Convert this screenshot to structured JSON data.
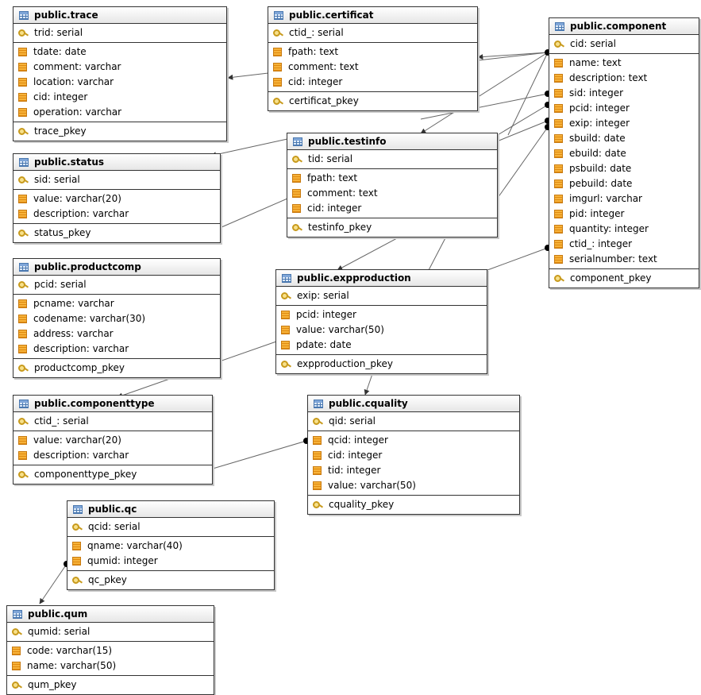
{
  "tables": {
    "trace": {
      "title": "public.trace",
      "pk": "trid: serial",
      "columns": [
        "tdate: date",
        "comment: varchar",
        "location: varchar",
        "cid: integer",
        "operation: varchar"
      ],
      "constraint": "trace_pkey"
    },
    "certificat": {
      "title": "public.certificat",
      "pk": "ctid_: serial",
      "columns": [
        "fpath: text",
        "comment: text",
        "cid: integer"
      ],
      "constraint": "certificat_pkey"
    },
    "component": {
      "title": "public.component",
      "pk": "cid: serial",
      "columns": [
        "name: text",
        "description: text",
        "sid: integer",
        "pcid: integer",
        "exip: integer",
        "sbuild: date",
        "ebuild: date",
        "psbuild: date",
        "pebuild: date",
        "imgurl: varchar",
        "pid: integer",
        "quantity: integer",
        "ctid_: integer",
        "serialnumber: text"
      ],
      "constraint": "component_pkey"
    },
    "status": {
      "title": "public.status",
      "pk": "sid: serial",
      "columns": [
        "value: varchar(20)",
        "description: varchar"
      ],
      "constraint": "status_pkey"
    },
    "testinfo": {
      "title": "public.testinfo",
      "pk": "tid: serial",
      "columns": [
        "fpath: text",
        "comment: text",
        "cid: integer"
      ],
      "constraint": "testinfo_pkey"
    },
    "productcomp": {
      "title": "public.productcomp",
      "pk": "pcid: serial",
      "columns": [
        "pcname: varchar",
        "codename: varchar(30)",
        "address: varchar",
        "description: varchar"
      ],
      "constraint": "productcomp_pkey"
    },
    "expproduction": {
      "title": "public.expproduction",
      "pk": "exip: serial",
      "columns": [
        "pcid: integer",
        "value: varchar(50)",
        "pdate: date"
      ],
      "constraint": "expproduction_pkey"
    },
    "componenttype": {
      "title": "public.componenttype",
      "pk": "ctid_: serial",
      "columns": [
        "value: varchar(20)",
        "description: varchar"
      ],
      "constraint": "componenttype_pkey"
    },
    "cquality": {
      "title": "public.cquality",
      "pk": "qid: serial",
      "columns": [
        "qcid: integer",
        "cid: integer",
        "tid: integer",
        "value: varchar(50)"
      ],
      "constraint": "cquality_pkey"
    },
    "qc": {
      "title": "public.qc",
      "pk": "qcid: serial",
      "columns": [
        "qname: varchar(40)",
        "qumid: integer"
      ],
      "constraint": "qc_pkey"
    },
    "qum": {
      "title": "public.qum",
      "pk": "qumid: serial",
      "columns": [
        "code: varchar(15)",
        "name: varchar(50)"
      ],
      "constraint": "qum_pkey"
    }
  },
  "colors": {
    "border": "#333333",
    "line": "#555555",
    "key": "#c89a1c",
    "column": "#f5a623",
    "table_icon": "#4a78b0"
  }
}
